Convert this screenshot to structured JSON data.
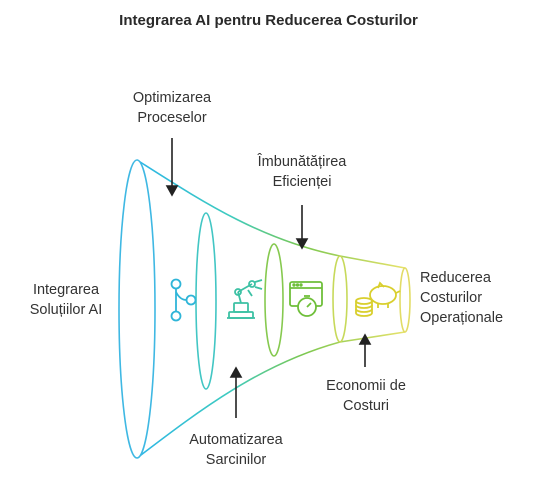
{
  "title": "Integrarea AI pentru Reducerea Costurilor",
  "labels": {
    "start": [
      "Integrarea",
      "Soluțiilor AI"
    ],
    "process_optimization": [
      "Optimizarea",
      "Proceselor"
    ],
    "efficiency": [
      "Îmbunătățirea",
      "Eficienței"
    ],
    "automation": [
      "Automatizarea",
      "Sarcinilor"
    ],
    "savings": [
      "Economii de",
      "Costuri"
    ],
    "end": [
      "Reducerea",
      "Costurilor",
      "Operaționale"
    ]
  },
  "stages": [
    {
      "icon": "network-icon",
      "color": "#5cc3e8"
    },
    {
      "icon": "robot-arm-icon",
      "color": "#6cd1b0"
    },
    {
      "icon": "stopwatch-browser-icon",
      "color": "#8fd06a"
    },
    {
      "icon": "piggy-bank-coins-icon",
      "color": "#d8e070"
    }
  ]
}
